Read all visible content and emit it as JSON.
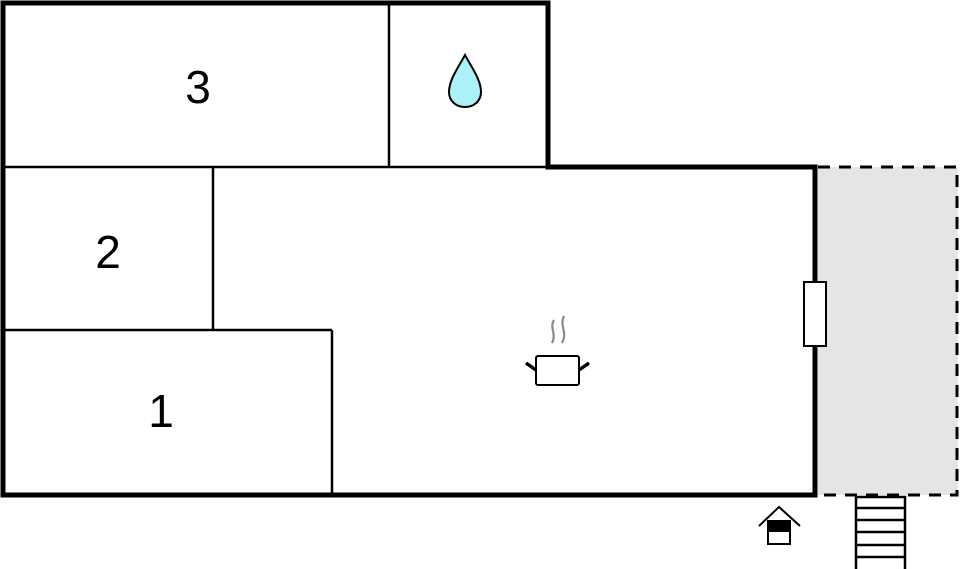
{
  "floorplan": {
    "colors": {
      "wall": "#000000",
      "background": "#ffffff",
      "terrace": "#e5e5e5",
      "water": "#aaf2f8",
      "steam": "#8a8a8a"
    },
    "rooms": [
      {
        "id": "bedroom-3",
        "label": "3"
      },
      {
        "id": "bathroom",
        "label": "",
        "icon": "water-drop-icon"
      },
      {
        "id": "bedroom-2",
        "label": "2"
      },
      {
        "id": "bedroom-1",
        "label": "1"
      },
      {
        "id": "living-kitchen",
        "label": "",
        "icon": "cooking-pot-icon"
      },
      {
        "id": "terrace",
        "label": ""
      }
    ],
    "symbols": {
      "entrance": "entrance-house-icon",
      "stairs": "stairs-icon",
      "door": "door-window-icon",
      "stair_steps": 6
    }
  }
}
